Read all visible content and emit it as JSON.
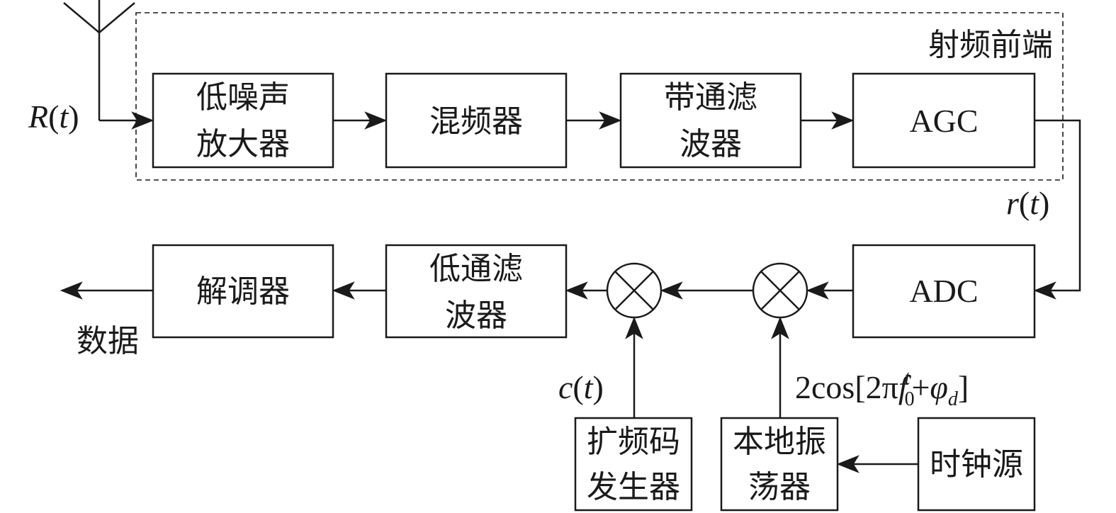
{
  "diagram": {
    "region_label": "射频前端",
    "input_label": "R(t)",
    "agc_output_label": "r(t)",
    "spreading_code_label": "c(t)",
    "oscillator_signal_label": "2cos[2πf",
    "oscillator_signal_label_parts": {
      "prefix": "2cos[2π",
      "f": "f",
      "sub": "0",
      "sup": "t",
      "plus": "+",
      "phi": "φ",
      "phi_sub": "d",
      "close": "]"
    },
    "output_label": "数据",
    "blocks": {
      "lna": [
        "低噪声",
        "放大器"
      ],
      "mixer": [
        "混频器"
      ],
      "bpf": [
        "带通滤",
        "波器"
      ],
      "agc": [
        "AGC"
      ],
      "adc": [
        "ADC"
      ],
      "lpf": [
        "低通滤",
        "波器"
      ],
      "demod": [
        "解调器"
      ],
      "code_gen": [
        "扩频码",
        "发生器"
      ],
      "local_osc": [
        "本地振",
        "荡器"
      ],
      "clock": [
        "时钟源"
      ]
    }
  }
}
